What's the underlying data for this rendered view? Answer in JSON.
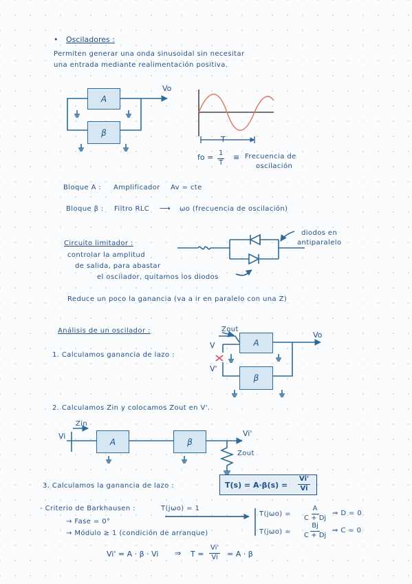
{
  "title": "Osciladores :",
  "intro": {
    "line1": "Permiten generar una onda sinusoidal sin necesitar",
    "line2": "una entrada mediante realimentación positiva."
  },
  "diagram1": {
    "block_a": "A",
    "block_b": "β",
    "output": "Vo",
    "period": "T"
  },
  "frequency": {
    "lhs": "fo =",
    "num": "1",
    "den": "T",
    "equiv": "≡",
    "desc1": "Frecuencia de",
    "desc2": "oscilación"
  },
  "bloque_a": {
    "label": "Bloque A :",
    "text": "Amplificador",
    "eq": "Av = cte"
  },
  "bloque_b": {
    "label": "Bloque β :",
    "text": "Filtro RLC",
    "arrow": "⟶",
    "desc": "ωo (frecuencia de oscilación)"
  },
  "limitador": {
    "title": "Circuito limitador :",
    "line1": "controlar la amplitud",
    "line2": "de salida, para abastar",
    "line3": "el oscilador, quitamos los diodos",
    "note1": "diodos en",
    "note2": "antiparalelo",
    "reduce": "Reduce un poco la ganancia (va a ir en paralelo con una Z)"
  },
  "analisis": {
    "title": "Análisis de un oscilador :",
    "step1": "1. Calculamos ganancia de lazo :",
    "zout": "Zout",
    "v": "V",
    "vprime": "V'",
    "vo": "Vo",
    "block_a": "A",
    "block_b": "β",
    "step2": "2. Calculamos Zin  y  colocamos Zout  en  V'.",
    "vi": "Vi",
    "zin": "Zin",
    "vi_prime": "Vi'",
    "zout2": "Zout",
    "step3": "3. Calculamos la ganancia de lazo :",
    "boxed_lhs": "T(s) = A·β(s) =",
    "boxed_num": "Vi'",
    "boxed_den": "Vi"
  },
  "barkhausen": {
    "title": "- Criterio de Barkhausen :",
    "cond": "T(jωo) = 1",
    "fase": "→ Fase = 0°",
    "modulo": "→ Módulo ≥ 1  (condición de arranque)",
    "eq1_lhs": "T(jωo) =",
    "eq1_num": "A",
    "eq1_den": "C + Dj",
    "eq1_res": "⇒  D = 0",
    "eq2_lhs": "T(jωo) =",
    "eq2_num": "Bj",
    "eq2_den": "C + Dj",
    "eq2_res": "⇒  C = 0"
  },
  "final": {
    "lhs": "Vi' = A · β · Vi",
    "arrow": "⇒",
    "t": "T =",
    "num": "Vi'",
    "den": "Vi",
    "rhs": "= A · β"
  }
}
